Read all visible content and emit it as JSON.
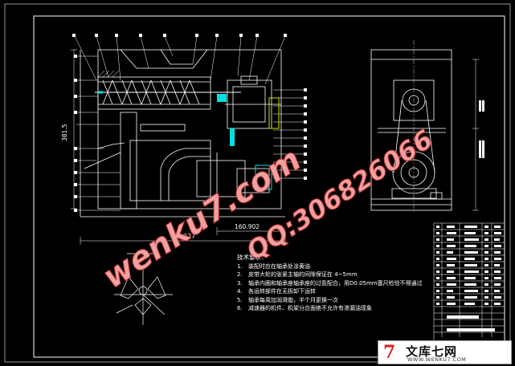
{
  "drawing": {
    "dimensions": {
      "height_left": "381.5",
      "width_total": "431.127",
      "width_partial": "160.902"
    },
    "tech_requirements": {
      "title": "技术要求：",
      "items": [
        {
          "no": "1.",
          "text": "装配时应在轴承处涂黄油"
        },
        {
          "no": "2.",
          "text": "皮带大轮的张紧主轴的间隙保证在 4~5mm"
        },
        {
          "no": "3.",
          "text": "轴承内圈和轴承座轴承座的过盈配合，用D0.05mm塞尺检验不得通过"
        },
        {
          "no": "4.",
          "text": "各运转部件在无拆卸下运转"
        },
        {
          "no": "5.",
          "text": "轴承每周加润滑脂，半个月更换一次"
        },
        {
          "no": "6.",
          "text": "减速器的机件、机架分合面绝不允许有渗漏油现象"
        }
      ]
    }
  },
  "watermarks": {
    "site": "wenku7.com",
    "qq": "QQ:306826066",
    "color": "#f0a0a0"
  },
  "logo": {
    "mark": "7",
    "name": "文库七网",
    "url": "WWW.WENKU7.COM",
    "accent": "#d22222"
  },
  "colors": {
    "background": "#000000",
    "lines": "#ffffff",
    "accent_cyan": "#00e0e0",
    "accent_yellow": "#e0e000"
  }
}
